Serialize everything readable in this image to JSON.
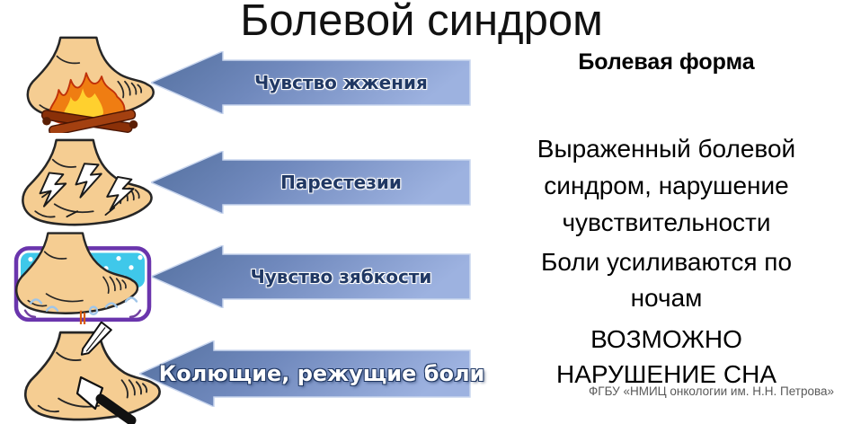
{
  "title": "Болевой синдром",
  "arrows": [
    {
      "label": "Чувство жжения",
      "icon": "foot-burning-icon"
    },
    {
      "label": "Парестезии",
      "icon": "foot-lightning-icon"
    },
    {
      "label": "Чувство зябкости",
      "icon": "foot-cold-water-icon"
    },
    {
      "label": "Колющие, режущие боли",
      "icon": "foot-knife-icon"
    }
  ],
  "right_panel": {
    "heading": "Болевая форма",
    "paragraphs": [
      "Выраженный болевой\nсиндром, нарушение\nчувствительности",
      "Боли усиливаются по\nночам",
      "ВОЗМОЖНО\nНАРУШЕНИЕ СНА"
    ],
    "footer": "ФГБУ «НМИЦ онкологии им. Н.Н. Петрова»"
  },
  "colors": {
    "arrow_gradient_start": "#54709f",
    "arrow_gradient_end": "#9db2e0",
    "arrow_label_dark": "#203864",
    "arrow4_label": "#ffffff",
    "title": "#121212",
    "footer": "#595959",
    "foot_skin": "#f5cd92",
    "fire_orange": "#ef7d12",
    "fire_yellow": "#ffd02e",
    "fire_red": "#c03008",
    "log_brown": "#8a3008",
    "water_cyan": "#3fc8ea",
    "basin_purple": "#6a35ad"
  }
}
